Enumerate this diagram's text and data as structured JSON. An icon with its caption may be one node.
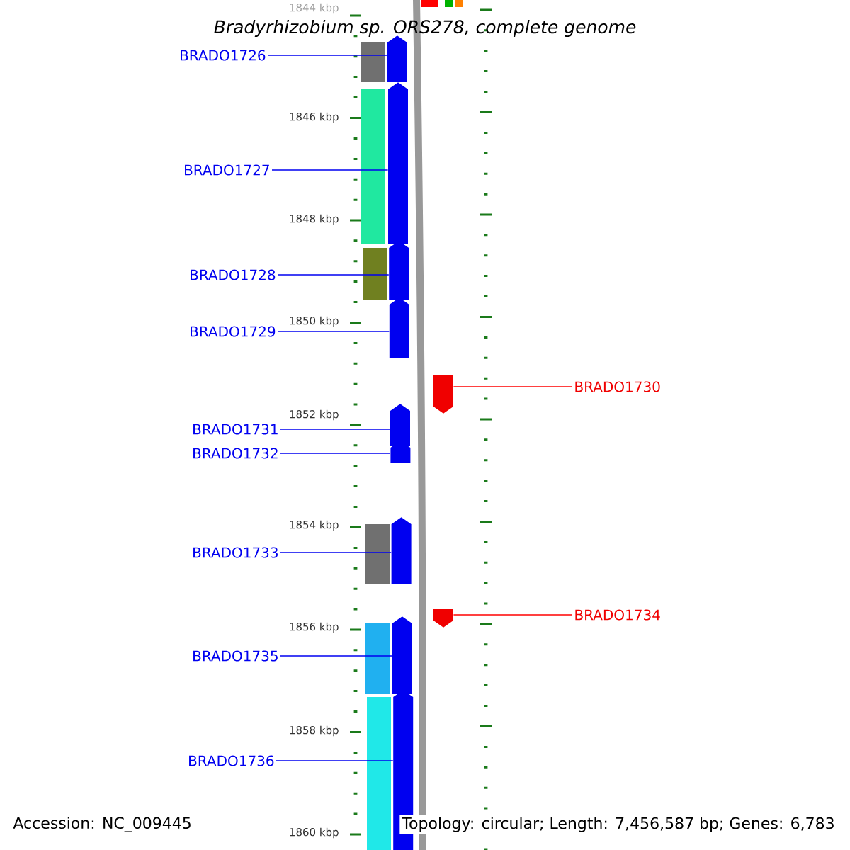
{
  "diagram": {
    "title": "Bradyrhizobium sp. ORS278, complete genome",
    "nodes": [
      {
        "text": [
          "BRADO1726"
        ]
      },
      {
        "text": [
          "BRADO1727"
        ]
      },
      {
        "text": [
          "BRADO1728"
        ]
      },
      {
        "text": [
          "BRADO1729"
        ]
      },
      {
        "text": [
          "BRADO1731"
        ]
      },
      {
        "text": [
          "BRADO1732"
        ]
      },
      {
        "text": [
          "BRADO1733"
        ]
      },
      {
        "text": [
          "BRADO1735"
        ]
      },
      {
        "text": [
          "BRADO1736"
        ]
      },
      {
        "text": [
          "BRADO1730"
        ]
      },
      {
        "text": [
          "BRADO1734"
        ]
      },
      {
        "text": [],
        "shape": "bar"
      },
      {
        "text": [],
        "shape": "bar"
      },
      {
        "text": [],
        "shape": "bar"
      },
      {
        "text": [],
        "shape": "bar"
      },
      {
        "text": [],
        "shape": "bar"
      },
      {
        "text": [],
        "shape": "bar"
      },
      {
        "text": [],
        "shape": "bar"
      },
      {
        "text": [],
        "shape": "bar"
      },
      {
        "text": [],
        "shape": "bar"
      },
      {
        "text": [],
        "shape": "bar"
      },
      {
        "text": [],
        "shape": "bar"
      }
    ],
    "edges": [
      {
        "from": 0,
        "to": 11,
        "arrow": "none"
      },
      {
        "from": 1,
        "to": 12,
        "arrow": "none"
      },
      {
        "from": 2,
        "to": 13,
        "arrow": "none"
      },
      {
        "from": 3,
        "to": 14,
        "arrow": "none"
      },
      {
        "from": 4,
        "to": 15,
        "arrow": "none"
      },
      {
        "from": 5,
        "to": 16,
        "arrow": "none"
      },
      {
        "from": 6,
        "to": 17,
        "arrow": "none"
      },
      {
        "from": 7,
        "to": 18,
        "arrow": "none"
      },
      {
        "from": 8,
        "to": 19,
        "arrow": "none"
      },
      {
        "from": 9,
        "to": 20,
        "arrow": "none",
        "color": "#ff0000"
      },
      {
        "from": 10,
        "to": 21,
        "arrow": "none",
        "color": "#ff0000"
      }
    ],
    "labels": [
      "1844 kbp",
      "1846 kbp",
      "1848 kbp",
      "1850 kbp",
      "1852 kbp",
      "1854 kbp",
      "1856 kbp",
      "1858 kbp",
      "1860 kbp",
      "Accession: NC_009445",
      "Topology: circular; Length: 7,456,587 bp; Genes: 6,783"
    ]
  }
}
